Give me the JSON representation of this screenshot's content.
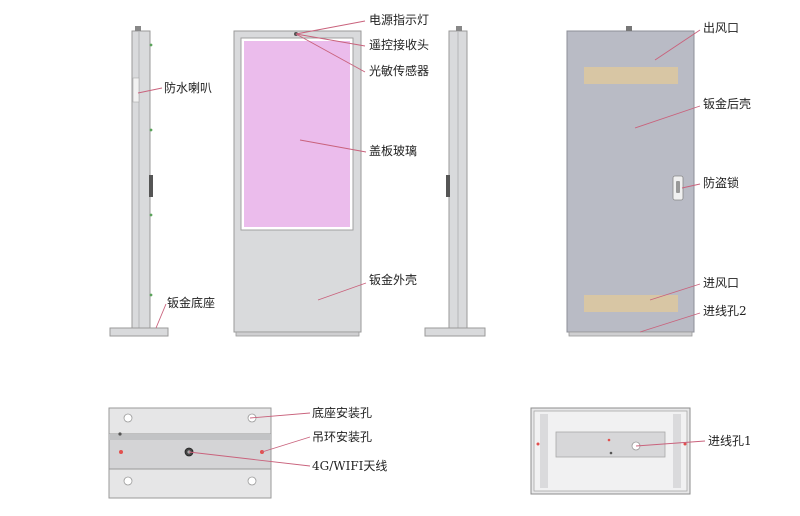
{
  "labels": {
    "power_indicator": "电源指示灯",
    "remote_receiver": "遥控接收头",
    "light_sensor": "光敏传感器",
    "waterproof_speaker": "防水喇叭",
    "cover_glass": "盖板玻璃",
    "sheet_metal_shell": "钣金外壳",
    "sheet_metal_base": "钣金底座",
    "air_outlet": "出风口",
    "sheet_metal_back": "钣金后壳",
    "anti_theft_lock": "防盗锁",
    "air_inlet": "进风口",
    "cable_hole_2": "进线孔2",
    "base_mount_holes": "底座安装孔",
    "lifting_ring_holes": "吊环安装孔",
    "wifi_4g_antenna": "4G/WIFI天线",
    "cable_hole_1": "进线孔1"
  },
  "colors": {
    "screen": "#ebbcec",
    "body": "#d9dadc",
    "back_panel": "#b9bbc5",
    "vent": "#d8c6a4",
    "leader": "#c9627c",
    "outline": "#9a9a9a"
  }
}
